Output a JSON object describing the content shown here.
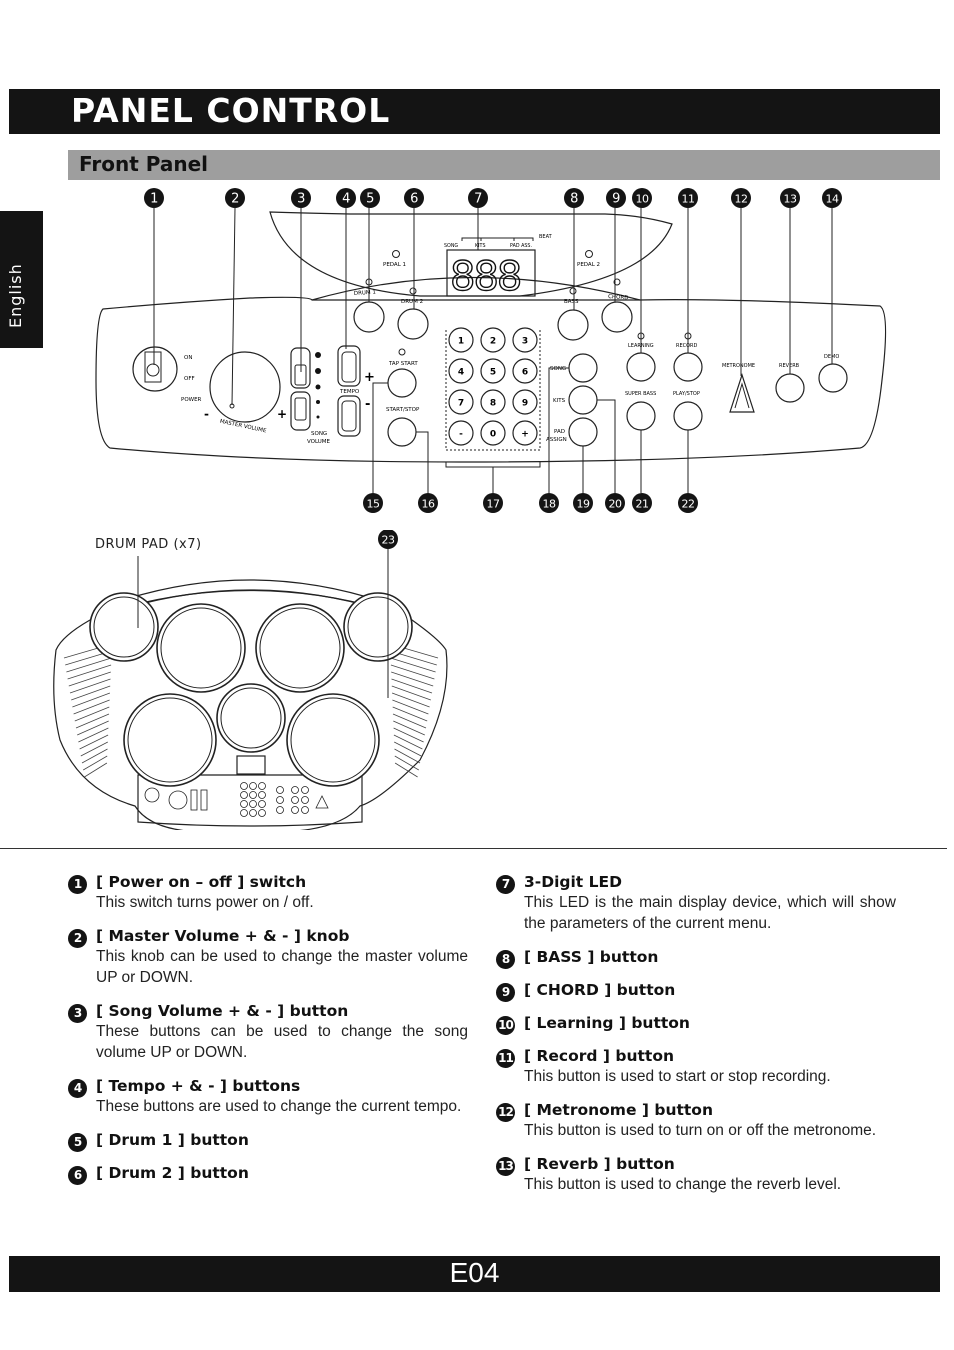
{
  "header": {
    "title": "PANEL CONTROL",
    "subtitle": "Front Panel",
    "language_tab": "English"
  },
  "callouts_top": [
    "1",
    "2",
    "3",
    "4",
    "5",
    "6",
    "7",
    "8",
    "9",
    "10",
    "11",
    "12",
    "13",
    "14"
  ],
  "callouts_bottom": [
    "15",
    "16",
    "17",
    "18",
    "19",
    "20",
    "21",
    "22"
  ],
  "callout_pad": "23",
  "panel_labels": {
    "on": "ON",
    "off": "OFF",
    "power": "POWER",
    "master_volume": "MASTER VOLUME",
    "minus": "-",
    "plus": "+",
    "song_volume_1": "SONG",
    "song_volume_2": "VOLUME",
    "tempo": "TEMPO",
    "tap_start": "TAP START",
    "start_stop": "START/STOP",
    "song": "SONG",
    "kits": "KITS",
    "pad_assign_1": "PAD",
    "pad_assign_2": "ASSIGN",
    "super_bass": "SUPER BASS",
    "play_stop": "PLAY/STOP",
    "learning": "LEARNING",
    "record": "RECORD",
    "metronome": "METRONOME",
    "reverb": "REVERB",
    "demo": "DEMO",
    "drum1": "DRUM 1",
    "drum2": "DRUM 2",
    "bass": "BASS",
    "chord": "CHORD",
    "pedal1": "PEDAL 1",
    "pedal2": "PEDAL 2",
    "beat": "BEAT",
    "lcd_song": "SONG",
    "lcd_kits": "KITS",
    "lcd_pad": "PAD ASS.",
    "led_digits": "888"
  },
  "keypad": [
    "1",
    "2",
    "3",
    "4",
    "5",
    "6",
    "7",
    "8",
    "9",
    "-",
    "0",
    "+"
  ],
  "drum_pad_label": "DRUM PAD (x7)",
  "descriptions_left": [
    {
      "num": "1",
      "title": "[ Power on – off ] switch",
      "body": "This switch turns power on / off."
    },
    {
      "num": "2",
      "title": "[ Master Volume + & - ] knob",
      "body": "This knob can be used to change the master volume UP or DOWN."
    },
    {
      "num": "3",
      "title": "[ Song Volume + & - ] button",
      "body": "These buttons can be used to change the song volume UP or DOWN."
    },
    {
      "num": "4",
      "title": "[ Tempo + & - ] buttons",
      "body": "These buttons are used to change the current tempo."
    },
    {
      "num": "5",
      "title": "[ Drum 1 ] button",
      "body": ""
    },
    {
      "num": "6",
      "title": "[ Drum 2 ] button",
      "body": ""
    }
  ],
  "descriptions_right": [
    {
      "num": "7",
      "title": "3-Digit LED",
      "body": "This LED is the main display device, which will show the parameters of the current menu."
    },
    {
      "num": "8",
      "title": "[ BASS ] button",
      "body": ""
    },
    {
      "num": "9",
      "title": "[ CHORD ] button",
      "body": ""
    },
    {
      "num": "10",
      "title": "[ Learning ] button",
      "body": ""
    },
    {
      "num": "11",
      "title": "[ Record ] button",
      "body": "This button is used to start or stop recording."
    },
    {
      "num": "12",
      "title": "[ Metronome ] button",
      "body": "This button is used to turn on or off the metronome."
    },
    {
      "num": "13",
      "title": "[ Reverb ] button",
      "body": "This button is used to change the reverb level."
    }
  ],
  "footer": {
    "page_number": "E04"
  }
}
